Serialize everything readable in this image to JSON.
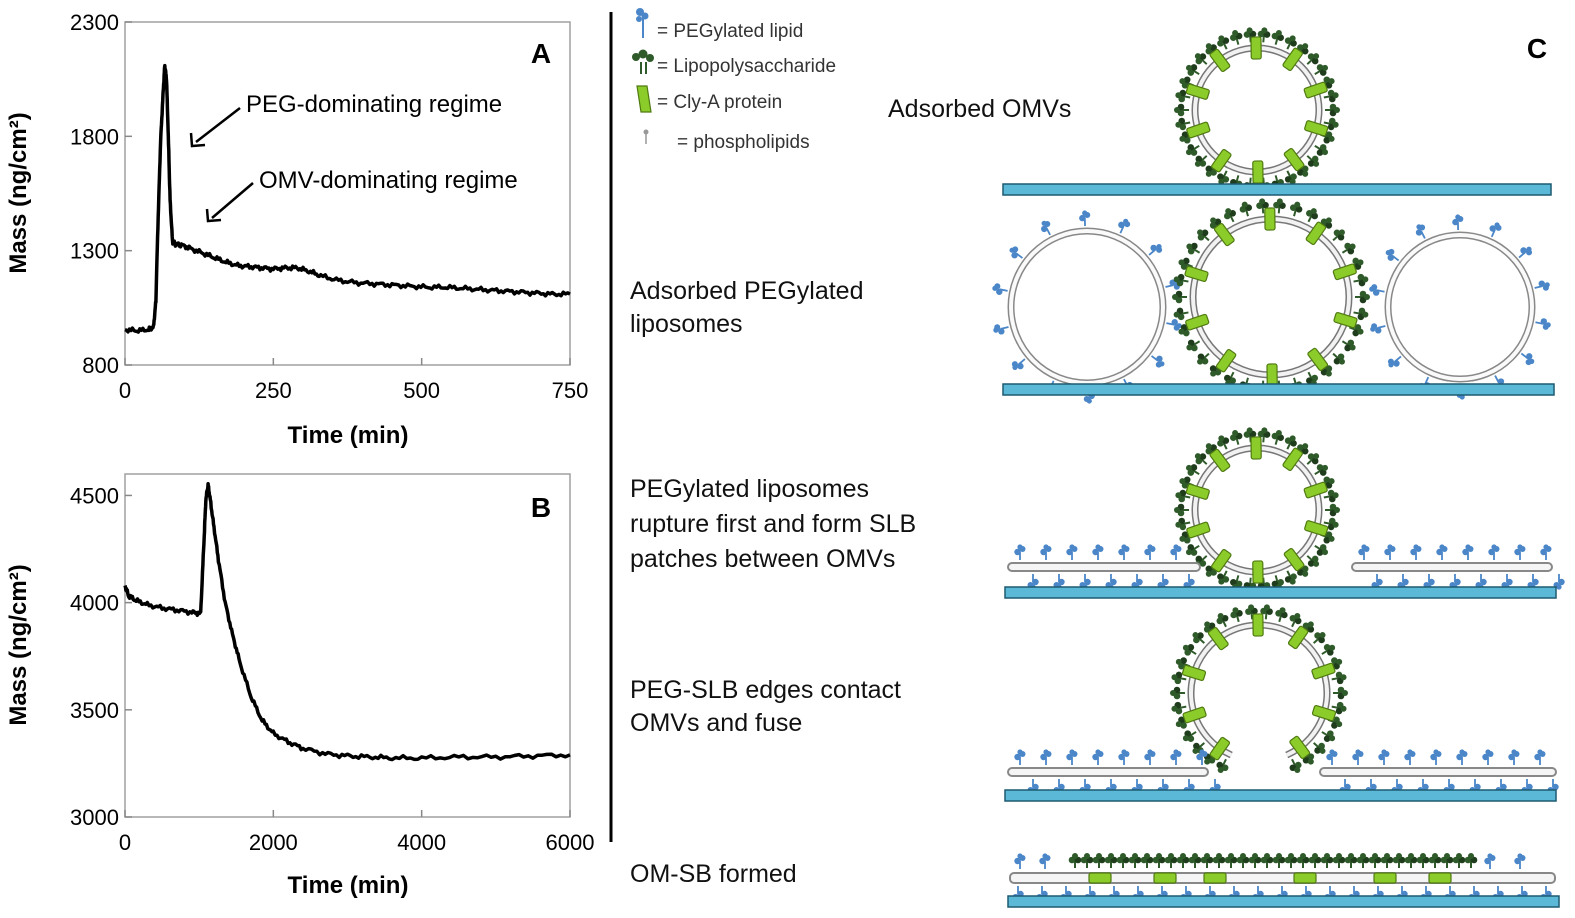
{
  "chart_data": [
    {
      "type": "line",
      "panel_label": "A",
      "xlabel": "Time (min)",
      "ylabel": "Mass (ng/cm²)",
      "xlim": [
        0,
        750
      ],
      "ylim": [
        800,
        2300
      ],
      "xticks": [
        0,
        250,
        500,
        750
      ],
      "yticks": [
        800,
        1300,
        1800,
        2300
      ],
      "grid": false,
      "annotations": [
        "PEG-dominating regime",
        "OMV-dominating regime"
      ],
      "series": [
        {
          "x": [
            0,
            20,
            40,
            48,
            52,
            56,
            60,
            64,
            67,
            70,
            73,
            76,
            80,
            85,
            95,
            110,
            130,
            150,
            170,
            190,
            210,
            230,
            250,
            270,
            290,
            310,
            330,
            360,
            390,
            420,
            450,
            480,
            510,
            540,
            570,
            600,
            630,
            660,
            690,
            720,
            750
          ],
          "y": [
            955,
            950,
            955,
            965,
            1080,
            1450,
            1780,
            1980,
            2110,
            2050,
            1800,
            1520,
            1340,
            1330,
            1325,
            1310,
            1290,
            1270,
            1250,
            1235,
            1230,
            1225,
            1220,
            1225,
            1225,
            1210,
            1190,
            1170,
            1160,
            1155,
            1150,
            1145,
            1140,
            1140,
            1135,
            1130,
            1125,
            1120,
            1115,
            1110,
            1110
          ]
        }
      ]
    },
    {
      "type": "line",
      "panel_label": "B",
      "xlabel": "Time (min)",
      "ylabel": "Mass (ng/cm²)",
      "xlim": [
        0,
        6000
      ],
      "ylim": [
        3000,
        4600
      ],
      "xticks": [
        0,
        2000,
        4000,
        6000
      ],
      "yticks": [
        3000,
        3500,
        4000,
        4500
      ],
      "grid": false,
      "series": [
        {
          "x": [
            0,
            50,
            150,
            300,
            500,
            700,
            900,
            1020,
            1060,
            1090,
            1120,
            1150,
            1200,
            1260,
            1350,
            1450,
            1550,
            1700,
            1850,
            2000,
            2200,
            2400,
            2700,
            3000,
            3300,
            3600,
            4000,
            4500,
            5000,
            5500,
            6000
          ],
          "y": [
            4080,
            4030,
            4010,
            3990,
            3975,
            3965,
            3955,
            3950,
            4250,
            4480,
            4550,
            4480,
            4350,
            4200,
            4000,
            3850,
            3720,
            3560,
            3450,
            3390,
            3350,
            3320,
            3295,
            3285,
            3280,
            3275,
            3275,
            3280,
            3280,
            3285,
            3290
          ]
        }
      ]
    }
  ],
  "legend": {
    "peg_lipid": "= PEGylated lipid",
    "lps": "= Lipopolysaccharide",
    "clya": "= Cly-A protein",
    "phospho": "= phospholipids"
  },
  "panel_c": {
    "label": "C",
    "steps": [
      "Adsorbed OMVs",
      "Adsorbed PEGylated liposomes",
      "PEGylated liposomes rupture first and form SLB patches between OMVs",
      "PEG-SLB edges contact OMVs and fuse",
      "OM-SB formed"
    ],
    "step_lines": [
      [
        "Adsorbed OMVs"
      ],
      [
        "Adsorbed PEGylated",
        "liposomes"
      ],
      [
        "PEGylated liposomes",
        "rupture first and form SLB",
        "patches between OMVs"
      ],
      [
        "PEG-SLB edges contact",
        "OMVs and fuse"
      ],
      [
        "OM-SB formed"
      ]
    ]
  },
  "colors": {
    "substrate": "#5bb8d6",
    "substrate_edge": "#1d5a70",
    "peg": "#4a86c8",
    "lps": "#2f5a2a",
    "lps_dark": "#1f3d1c",
    "clya": "#8ccc2a",
    "clya_dark": "#4f7a10",
    "membrane": "#bfbfbf",
    "line": "#000000"
  }
}
